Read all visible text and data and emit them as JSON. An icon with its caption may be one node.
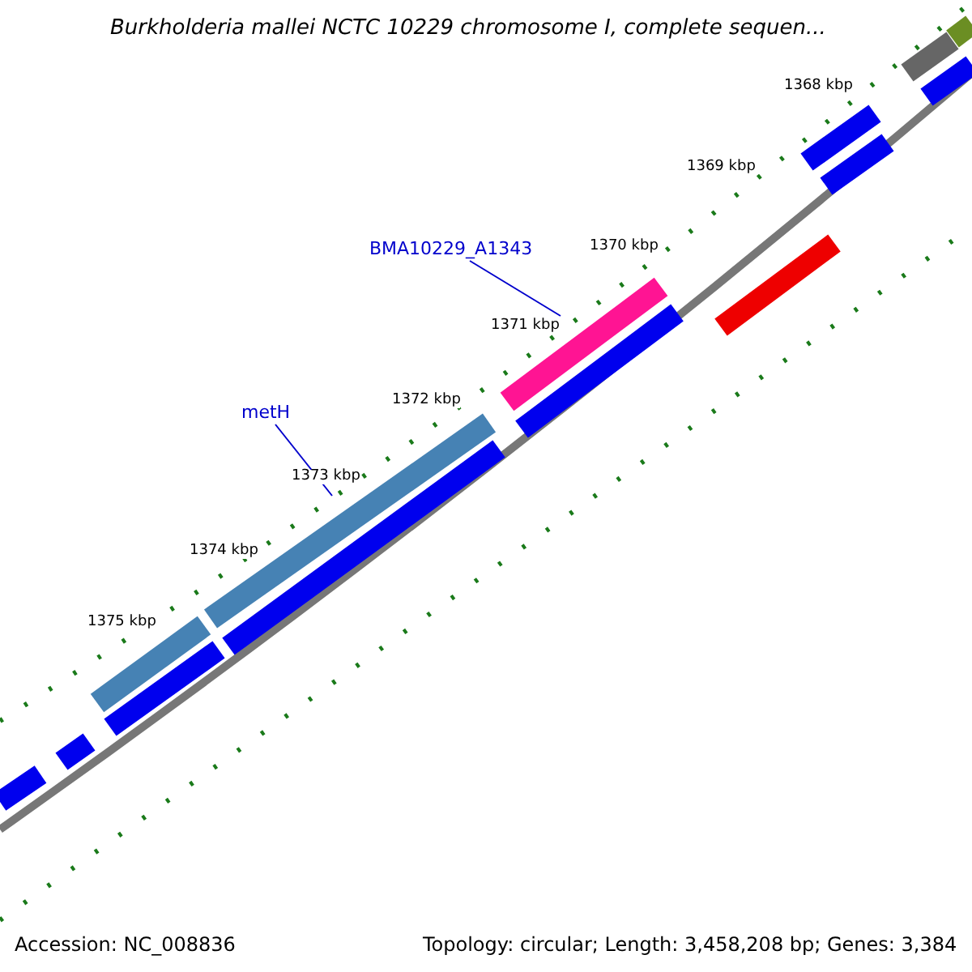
{
  "diagram": {
    "title": "Burkholderia mallei NCTC 10229 chromosome I, complete sequen...",
    "nodes": [
      {
        "text": [
          "BMA10229_A1343"
        ]
      },
      {
        "text": [],
        "shape": "bar"
      },
      {
        "text": [
          "metH"
        ]
      },
      {
        "text": [],
        "shape": "bar"
      }
    ],
    "edges": [
      {
        "from": 0,
        "to": 1,
        "arrow": "none"
      },
      {
        "from": 2,
        "to": 3,
        "arrow": "none"
      }
    ],
    "labels": [
      "1368 kbp",
      "1369 kbp",
      "1370 kbp",
      "1371 kbp",
      "1372 kbp",
      "1373 kbp",
      "1374 kbp",
      "1375 kbp",
      "Accession: NC_008836",
      "Topology: circular; Length: 3,458,208 bp; Genes: 3,384"
    ]
  }
}
